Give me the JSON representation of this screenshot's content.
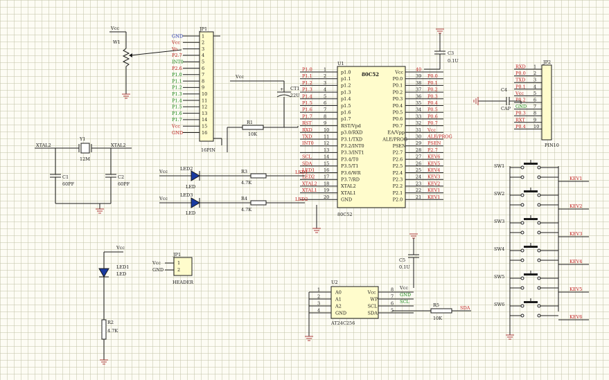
{
  "sheet": {
    "vcc_w1": "Vcc",
    "w1": "W1",
    "jp1_16": "JP1",
    "jp1_16_pins": [
      "GND",
      "Vcc",
      "Vo",
      "P2.7",
      "INT0",
      "P2.6",
      "P1.0",
      "P1.1",
      "P1.2",
      "P1.3",
      "P1.4",
      "P1.5",
      "P1.6",
      "P1.7",
      "Vcc",
      "GND"
    ],
    "jp1_16_nums": [
      "1",
      "2",
      "3",
      "4",
      "5",
      "6",
      "7",
      "8",
      "9",
      "10",
      "11",
      "12",
      "13",
      "14",
      "15",
      "16"
    ],
    "jp1_16_name": "16PIN",
    "vcc_ct": "Vcc",
    "ct": "CT1",
    "ct_val": "22U",
    "r1": "R1",
    "r1_val": "10K",
    "u1": "U1",
    "u1_name": "80C52",
    "u1_part": "80C52",
    "u1_left_nets": [
      "P1.0",
      "P1.1",
      "P1.2",
      "P1.3",
      "P1.4",
      "P1.5",
      "P1.6",
      "P1.7",
      "RST",
      "RXD",
      "TXD",
      "INT0",
      "",
      "SCL",
      "SDA",
      "LED1",
      "LED2",
      "XTAL2",
      "XTAL1",
      ""
    ],
    "u1_left_nums": [
      "1",
      "2",
      "3",
      "4",
      "5",
      "6",
      "7",
      "8",
      "9",
      "10",
      "11",
      "12",
      "13",
      "14",
      "15",
      "16",
      "17",
      "18",
      "19",
      "20"
    ],
    "u1_left_pins": [
      "p1.0",
      "p1.1",
      "p1.2",
      "p1.3",
      "p1.4",
      "p1.5",
      "p1.6",
      "p1.7",
      "RST/Vpd",
      "p3.0/RXD",
      "P3.1/TXD",
      "P3.2/INT0",
      "P3.3/INT1",
      "P3.4/T0",
      "P3.5/T1",
      "P3.6/WR",
      "P3.7/RD",
      "XTAL2",
      "XTAL1",
      "GND"
    ],
    "u1_right_pins": [
      "Vcc",
      "P0.0",
      "P0.1",
      "P0.2",
      "P0.3",
      "P0.4",
      "P0.5",
      "P0.6",
      "P0.7",
      "EA/Vpp",
      "ALE/PROG",
      "PSEN",
      "P2.7",
      "P2.6",
      "P2.5",
      "P2.4",
      "P2.3",
      "P2.2",
      "P2.1",
      "P2.0"
    ],
    "u1_right_nums": [
      "40",
      "39",
      "38",
      "37",
      "36",
      "35",
      "34",
      "33",
      "32",
      "31",
      "30",
      "29",
      "28",
      "27",
      "26",
      "25",
      "24",
      "23",
      "22",
      "21"
    ],
    "u1_right_nets": [
      "",
      "P0.0",
      "P0.1",
      "P0.2",
      "P0.3",
      "P0.4",
      "P0.5",
      "P0.6",
      "P0.7",
      "Vcc",
      "ALE/PROG",
      "PSEN",
      "P2.7",
      "KEV6",
      "KEV5",
      "KEV4",
      "KEV3",
      "KEV2",
      "KEV1",
      "KEV1"
    ],
    "c3": "C3",
    "c3_val": "0.1U",
    "jp2": "JP2",
    "jp2_pins": [
      "RXD",
      "P0.0",
      "TXD",
      "P0.1",
      "Vcc",
      "P0.2",
      "GND",
      "P0.3",
      "RXT",
      "P0.4"
    ],
    "jp2_nums": [
      "1",
      "2",
      "3",
      "4",
      "5",
      "6",
      "7",
      "8",
      "9",
      "10"
    ],
    "jp2_name": "PIN10",
    "c4": "C4",
    "c4_val": "CAP",
    "xtal2": "XTAL2",
    "xtal1": "XTAL2",
    "y1": "Y1",
    "y1_val": "12M",
    "c1": "C1",
    "c1_val": "60PF",
    "c2": "C2",
    "c2_val": "60PF",
    "vcc_led2": "Vcc",
    "led2": "LED2",
    "led2_b": "LED",
    "r3": "R3",
    "r3_val": "4.7K",
    "led2_net": "LED1",
    "vcc_led3": "Vcc",
    "led3": "LED3",
    "led3_b": "LED",
    "r4": "R4",
    "r4_val": "4.7K",
    "led3_net": "LED2",
    "vcc_led1": "Vcc",
    "led1": "LED1",
    "led1_b": "LED",
    "r2": "R2",
    "r2_val": "4.7K",
    "jp1h": "JP1",
    "jp1h_pins": [
      "Vcc",
      "GND"
    ],
    "jp1h_nums": [
      "1",
      "2"
    ],
    "jp1h_name": "HEADER",
    "c5": "C5",
    "c5_val": "0.1U",
    "u2": "U2",
    "u2_part": "AT24C256",
    "u2_left": [
      "A0",
      "A1",
      "A2",
      "GND"
    ],
    "u2_left_nums": [
      "1",
      "2",
      "3",
      "4"
    ],
    "u2_right": [
      "Vcc",
      "WP",
      "SCL",
      "SDA"
    ],
    "u2_right_nums": [
      "8",
      "7",
      "6",
      "5"
    ],
    "u2_nets": [
      "Vcc",
      "GND",
      "SCL"
    ],
    "r5": "R5",
    "r5_val": "10K",
    "sda": "SDA",
    "sw": [
      "SW1",
      "SW2",
      "SW3",
      "SW4",
      "SW5",
      "SW6"
    ],
    "kev": [
      "KEV1",
      "KEV2",
      "KEV3",
      "KEV4",
      "KEV5",
      "KEV6"
    ]
  }
}
